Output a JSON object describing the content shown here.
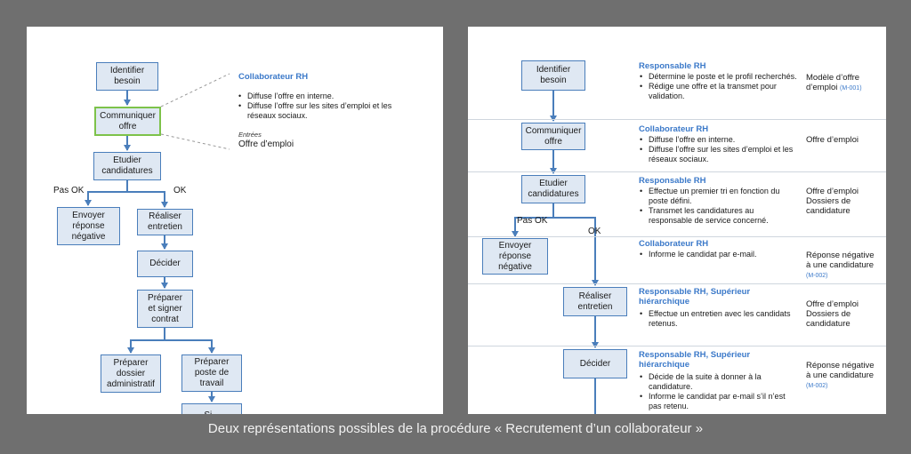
{
  "caption": "Deux représentations possibles de la procédure  « Recrutement d’un collaborateur »",
  "colors": {
    "box_fill": "#dfe8f3",
    "box_border": "#4a7ebb",
    "arrow": "#4a7ebb",
    "highlight_border": "#7dc24a",
    "role_text": "#3b79c9",
    "background": "#6f6f6f"
  },
  "left": {
    "steps": {
      "identifier": "Identifier\nbesoin",
      "communiquer": "Communiquer\noffre",
      "etudier": "Etudier\ncandidatures",
      "envoyer": "Envoyer\nréponse\nnégative",
      "realiser": "Réaliser\nentretien",
      "decider": "Décider",
      "preparer_contrat": "Préparer\net signer\ncontrat",
      "dossier": "Préparer\ndossier\nadministratif",
      "poste": "Préparer\nposte de\ntravail",
      "partial": "Si..."
    },
    "labels": {
      "pas_ok": "Pas OK",
      "ok": "OK"
    },
    "detail": {
      "role": "Collaborateur RH",
      "bullets": [
        "Diffuse l’offre en interne.",
        "Diffuse l’offre sur les sites d’emploi et les réseaux sociaux."
      ],
      "inputs_label": "Entrées",
      "inputs_value": "Offre d’emploi"
    }
  },
  "right": {
    "steps": {
      "identifier": "Identifier\nbesoin",
      "communiquer": "Communiquer\noffre",
      "etudier": "Etudier\ncandidatures",
      "envoyer": "Envoyer\nréponse\nnégative",
      "realiser": "Réaliser\nentretien",
      "decider": "Décider"
    },
    "labels": {
      "pas_ok": "Pas OK",
      "ok": "OK"
    },
    "rows": [
      {
        "role": "Responsable RH",
        "bullets": [
          "Détermine le poste et le profil recherchés.",
          "Rédige une offre et la transmet pour validation."
        ],
        "output": "Modèle d’offre d’emploi",
        "ref": "(M-001)"
      },
      {
        "role": "Collaborateur RH",
        "bullets": [
          "Diffuse l’offre en interne.",
          "Diffuse l’offre sur les sites d’emploi et les réseaux sociaux."
        ],
        "output": "Offre d’emploi",
        "ref": ""
      },
      {
        "role": "Responsable RH",
        "bullets": [
          "Effectue un premier tri en fonction du poste défini.",
          "Transmet les candidatures au responsable de service concerné."
        ],
        "output": "Offre d’emploi\nDossiers de\ncandidature",
        "ref": ""
      },
      {
        "role": "Collaborateur RH",
        "bullets": [
          "Informe le candidat par e-mail."
        ],
        "output": "Réponse négative\nà une candidature",
        "ref": "(M-002)"
      },
      {
        "role": "Responsable RH, Supérieur hiérarchique",
        "bullets": [
          "Effectue un entretien avec les candidats retenus."
        ],
        "output": "Offre d’emploi\nDossiers de\ncandidature",
        "ref": ""
      },
      {
        "role": "Responsable RH, Supérieur hiérarchique",
        "bullets": [
          "Décide de la suite à donner à la candidature.",
          "Informe le candidat par e-mail s’il n’est pas retenu."
        ],
        "output": "Réponse négative\nà une candidature",
        "ref": "(M-002)"
      }
    ]
  }
}
